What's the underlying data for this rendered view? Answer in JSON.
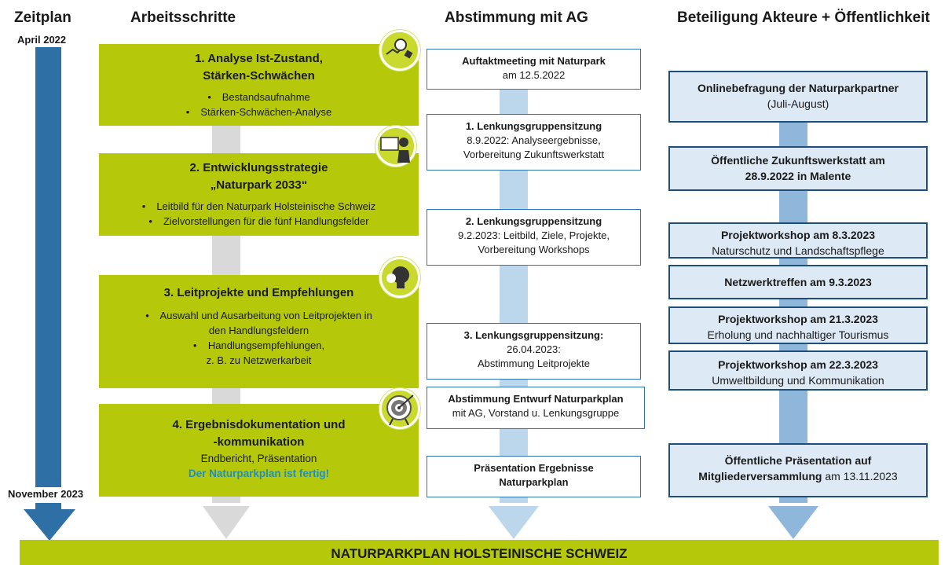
{
  "headers": {
    "zeitplan": "Zeitplan",
    "arbeitsschritte": "Arbeitsschritte",
    "abstimmung": "Abstimmung mit AG",
    "beteiligung": "Beteiligung Akteure + Öffentlichkeit"
  },
  "timeline": {
    "start": "April 2022",
    "end": "November 2023"
  },
  "steps": [
    {
      "title": "1. Analyse Ist-Zustand,",
      "title2": "Stärken-Schwächen",
      "bullets": [
        "Bestandsaufnahme",
        "Stärken-Schwächen-Analyse"
      ]
    },
    {
      "title": "2. Entwicklungsstrategie",
      "title2": "„Naturpark 2033“",
      "bullets": [
        "Leitbild für den Naturpark Holsteinische Schweiz",
        "Zielvorstellungen für die fünf Handlungsfelder"
      ]
    },
    {
      "title": "3. Leitprojekte und Empfehlungen",
      "bullet1a": "Auswahl und Ausarbeitung von Leitprojekten in",
      "bullet1b": "den Handlungsfeldern",
      "bullet2a": "Handlungsempfehlungen,",
      "bullet2b": "z. B. zu Netzwerkarbeit"
    },
    {
      "title": "4. Ergebnisdokumentation und",
      "title2": "-kommunikation",
      "sub": "Endbericht, Präsentation",
      "done": "Der Naturparkplan ist fertig!"
    }
  ],
  "ag": [
    {
      "bold": "Auftaktmeeting mit Naturpark",
      "l2": "am 12.5.2022"
    },
    {
      "bold": "1. Lenkungsgruppensitzung",
      "l2": "8.9.2022: Analyseergebnisse,",
      "l3": "Vorbereitung Zukunftswerkstatt"
    },
    {
      "bold": "2. Lenkungsgruppensitzung",
      "l2": "9.2.2023: Leitbild, Ziele, Projekte,",
      "l3": "Vorbereitung Workshops"
    },
    {
      "bold": "3. Lenkungsgruppensitzung:",
      "l2": "26.04.2023:",
      "l3": "Abstimmung Leitprojekte"
    },
    {
      "bold": "Abstimmung Entwurf Naturparkplan",
      "l2": "mit AG, Vorstand u. Lenkungsgruppe"
    },
    {
      "bold": "Präsentation Ergebnisse",
      "bold2": "Naturparkplan"
    }
  ],
  "public": [
    {
      "bold": "Onlinebefragung der Naturparkpartner",
      "l2": "(Juli-August)"
    },
    {
      "bold": "Öffentliche Zukunftswerkstatt am",
      "bold2": "28.9.2022 in Malente"
    },
    {
      "bold": "Projektworkshop am 8.3.2023",
      "l2": "Naturschutz und Landschaftspflege"
    },
    {
      "bold": "Netzwerktreffen am 9.3.2023"
    },
    {
      "bold": "Projektworkshop am 21.3.2023",
      "l2": "Erholung und nachhaltiger Tourismus"
    },
    {
      "bold": "Projektworkshop am 22.3.2023",
      "l2": "Umweltbildung und Kommunikation"
    },
    {
      "bold": "Öffentliche Präsentation auf",
      "bold2": "Mitgliederversammlung",
      "l2tail": " am 13.11.2023"
    }
  ],
  "bottom": "NATURPARKPLAN HOLSTEINISCHE SCHWEIZ",
  "colors": {
    "green": "#b5c90a",
    "timeline_blue": "#2e6fa6",
    "light_blue": "#bcd7ec",
    "grey": "#d9d9d9",
    "box_border": "#1f4e79",
    "done_text": "#1f8fc0"
  }
}
